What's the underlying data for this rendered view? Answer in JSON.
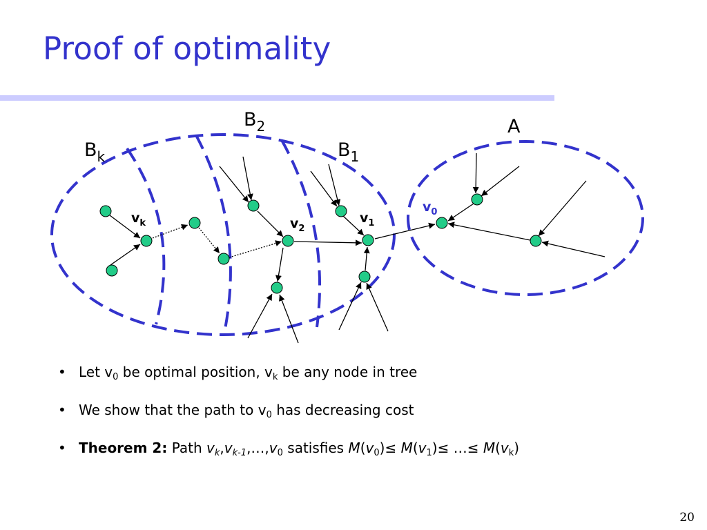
{
  "slide": {
    "title": "Proof of optimality",
    "page_number": "20"
  },
  "diagram": {
    "region_labels": {
      "a": "A",
      "b1": {
        "base": "B",
        "sub": "1"
      },
      "b2": {
        "base": "B",
        "sub": "2"
      },
      "bk": {
        "base": "B",
        "sub": "k"
      }
    },
    "node_labels": {
      "v0": {
        "base": "v",
        "sub": "0"
      },
      "v1": {
        "base": "v",
        "sub": "1"
      },
      "v2": {
        "base": "v",
        "sub": "2"
      },
      "vk": {
        "base": "v",
        "sub": "k"
      }
    },
    "colors": {
      "region_outline": "#3333cc",
      "node_fill": "#22cc88",
      "node_stroke": "#000000",
      "v0_label": "#3333cc"
    }
  },
  "bullets": [
    {
      "parts": [
        {
          "t": "Let v"
        },
        {
          "sub": "0"
        },
        {
          "t": " be optimal position, v"
        },
        {
          "sub": "k"
        },
        {
          "t": " be any node in tree"
        }
      ]
    },
    {
      "parts": [
        {
          "t": "We show that the path to v"
        },
        {
          "sub": "0"
        },
        {
          "t": " has decreasing cost"
        }
      ]
    },
    {
      "parts": [
        {
          "b": "Theorem 2:"
        },
        {
          "t": " Path "
        },
        {
          "i": "v"
        },
        {
          "isub": "k"
        },
        {
          "t": ","
        },
        {
          "i": "v"
        },
        {
          "isub": "k-1"
        },
        {
          "t": ",…,"
        },
        {
          "i": "v"
        },
        {
          "sub": "0"
        },
        {
          "t": " satisfies "
        },
        {
          "i": "M"
        },
        {
          "t": "("
        },
        {
          "i": "v"
        },
        {
          "sub": "0"
        },
        {
          "t": ")≤ "
        },
        {
          "i": "M"
        },
        {
          "t": "("
        },
        {
          "i": "v"
        },
        {
          "sub": "1"
        },
        {
          "t": ")≤ …≤ "
        },
        {
          "i": "M"
        },
        {
          "t": "("
        },
        {
          "i": "v"
        },
        {
          "sub": "k"
        },
        {
          "t": ")"
        }
      ]
    }
  ]
}
